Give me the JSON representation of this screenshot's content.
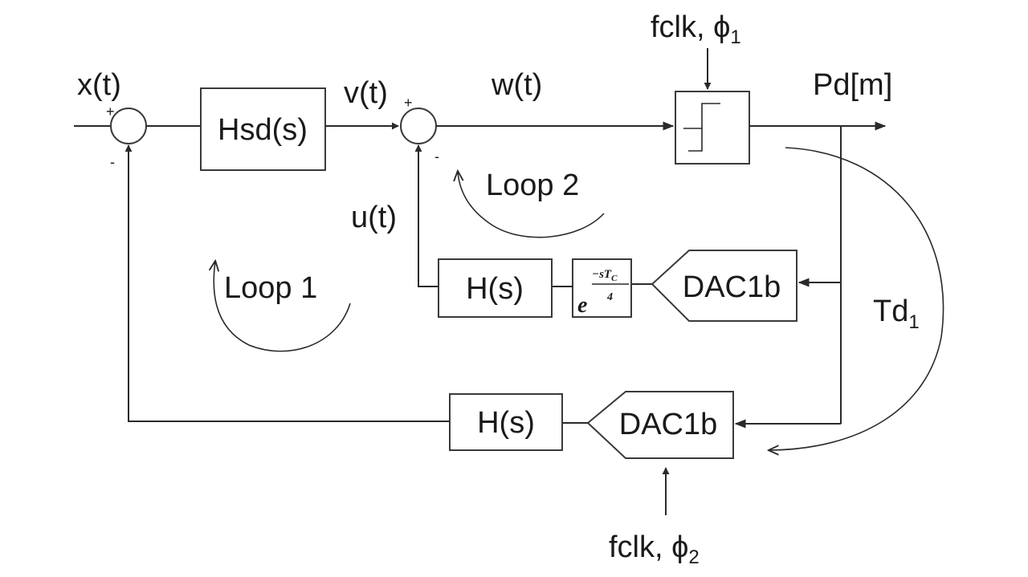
{
  "signals": {
    "x": "x(t)",
    "v": "v(t)",
    "w": "w(t)",
    "u": "u(t)",
    "pd": "Pd[m]"
  },
  "blocks": {
    "hsd": "Hsd(s)",
    "h_upper": "H(s)",
    "h_lower": "H(s)",
    "dac_upper": "DAC1b",
    "dac_lower": "DAC1b",
    "delay_base": "e",
    "delay_num": "−sT",
    "delay_num_sub": "C",
    "delay_den": "4"
  },
  "loops": {
    "loop1": "Loop 1",
    "loop2": "Loop 2"
  },
  "clocks": {
    "clk1": "fclk, ",
    "clk1_phi": "ϕ",
    "clk1_sub": "1",
    "clk2": "fclk, ",
    "clk2_phi": "ϕ",
    "clk2_sub": "2"
  },
  "delay_label": {
    "base": "Td",
    "sub": "1"
  },
  "signs": {
    "sum1_plus": "+",
    "sum1_minus": "-",
    "sum2_plus": "+",
    "sum2_minus": "-"
  }
}
